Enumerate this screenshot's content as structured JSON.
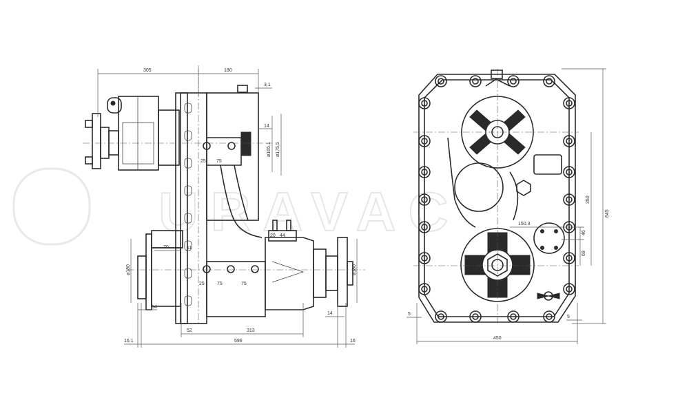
{
  "watermark": "URAVAC",
  "side_view": {
    "dims": {
      "top_left": "305",
      "top_right": "180",
      "offset_top": "3.1",
      "flange_14": "14",
      "dia_165": "ø165,1",
      "dia_175": "ø175,5",
      "hole_25_top": "25",
      "hole_75_top": "75",
      "len_70": "70",
      "len_11": "11",
      "len_20": "20",
      "len_44": "44",
      "dia_180_left": "ø180",
      "dia_180_right": "ø180",
      "hole_25_bottom": "25",
      "hole_75_a": "75",
      "hole_75_b": "75",
      "left_14": "14",
      "right_14": "14",
      "len_52": "52",
      "len_313": "313",
      "total_596": "596",
      "left_16_1": "16.1",
      "right_16": "16"
    }
  },
  "front_view": {
    "dims": {
      "width_450": "450",
      "height_645": "645",
      "center_350": "350",
      "len_150_3": "150.3",
      "len_46": "46",
      "len_68": "68",
      "left_5": "5",
      "right_5": "5"
    }
  }
}
